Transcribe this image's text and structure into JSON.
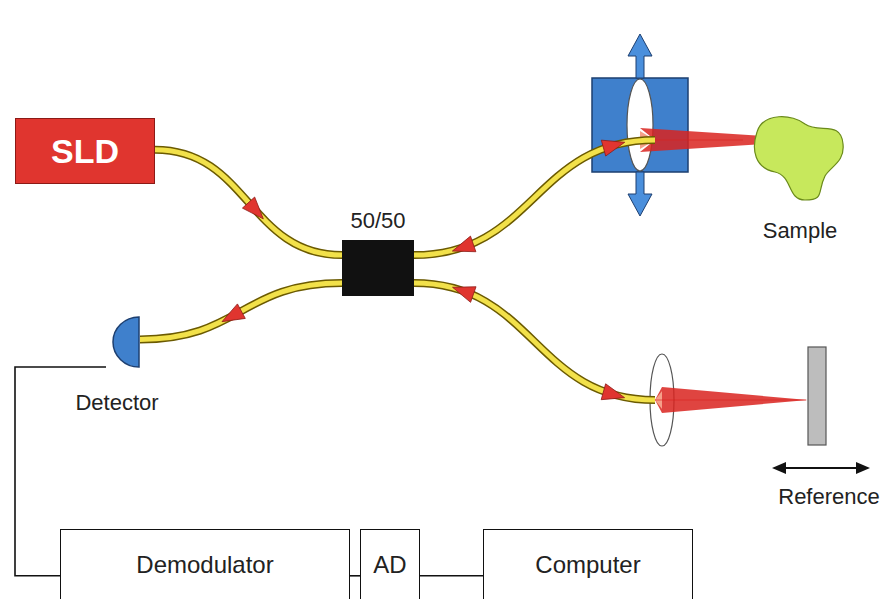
{
  "diagram": {
    "nodes": [
      {
        "text": [
          "SLD"
        ]
      },
      {
        "text": [
          "50/50"
        ]
      },
      {
        "text": [
          "Detector"
        ]
      },
      {
        "text": [
          "Sample"
        ]
      },
      {
        "text": [
          "Reference"
        ]
      },
      {
        "text": [
          "Demodulator"
        ]
      },
      {
        "text": [
          "AD"
        ]
      },
      {
        "text": [
          "Computer"
        ]
      }
    ],
    "edges": [
      {
        "from": 0,
        "to": 1,
        "arrow": "to"
      },
      {
        "from": 1,
        "to": 2,
        "arrow": "to"
      },
      {
        "from": 1,
        "to": 3,
        "arrow": "both"
      },
      {
        "from": 1,
        "to": 4,
        "arrow": "both"
      },
      {
        "from": 2,
        "to": 5,
        "arrow": "none"
      },
      {
        "from": 5,
        "to": 6,
        "arrow": "none"
      },
      {
        "from": 6,
        "to": 7,
        "arrow": "none"
      }
    ]
  }
}
